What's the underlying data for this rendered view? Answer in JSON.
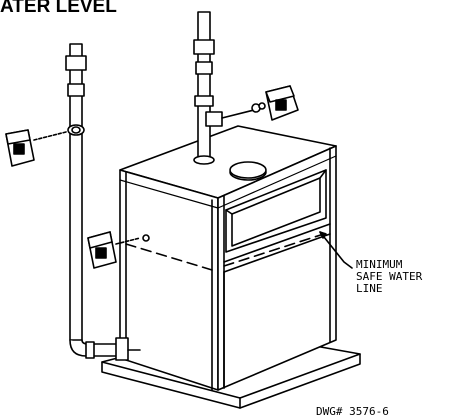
{
  "title": "ATER LEVEL",
  "callout": {
    "line1": "MINIMUM",
    "line2": "SAFE WATER",
    "line3": "LINE"
  },
  "drawing_number": "DWG# 3576-6",
  "colors": {
    "ink": "#000000",
    "paper": "#ffffff"
  }
}
